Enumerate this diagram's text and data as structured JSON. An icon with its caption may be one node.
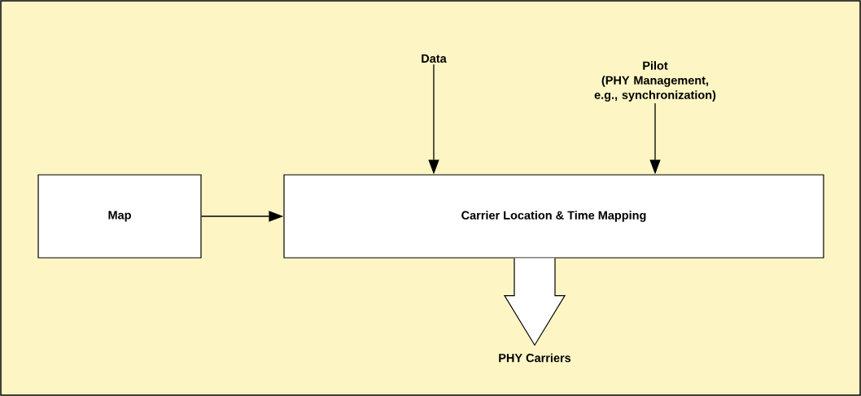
{
  "diagram": {
    "nodes": [
      {
        "text": [
          "Map"
        ]
      },
      {
        "text": [
          "Carrier Location & Time Mapping"
        ]
      },
      {
        "text": [
          "Data"
        ]
      },
      {
        "text": [
          "Pilot",
          "(PHY Management, e.g., synchronization)"
        ]
      },
      {
        "text": [
          "PHY Carriers"
        ]
      }
    ],
    "edges": [
      {
        "from": 0,
        "to": 1,
        "arrow": "to"
      },
      {
        "from": 2,
        "to": 1,
        "arrow": "to"
      },
      {
        "from": 3,
        "to": 1,
        "arrow": "to"
      },
      {
        "from": 1,
        "to": 4,
        "arrow": "to",
        "style": "thick"
      }
    ]
  }
}
